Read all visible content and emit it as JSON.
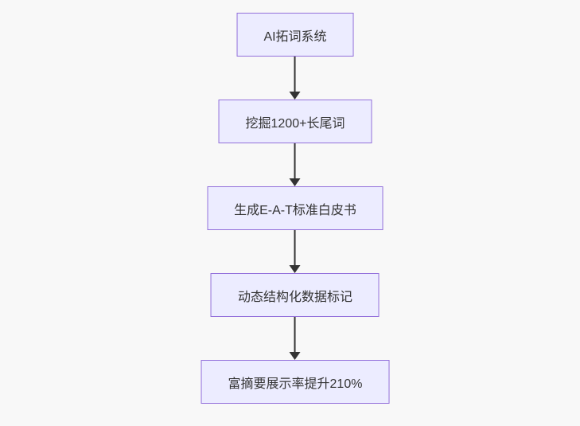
{
  "theme": {
    "background": "#f8f8f8",
    "node_fill": "#ECECFF",
    "node_border": "#9370DB",
    "edge_color": "#333333",
    "text_color": "#333333"
  },
  "diagram": {
    "type": "flowchart",
    "direction": "top-down",
    "nodes": [
      {
        "id": "step-1",
        "label": "AI拓词系统"
      },
      {
        "id": "step-2",
        "label": "挖掘1200+长尾词"
      },
      {
        "id": "step-3",
        "label": "生成E-A-T标准白皮书"
      },
      {
        "id": "step-4",
        "label": "动态结构化数据标记"
      },
      {
        "id": "step-5",
        "label": "富摘要展示率提升210%"
      }
    ],
    "edges": [
      {
        "from": "step-1",
        "to": "step-2",
        "arrow": "down"
      },
      {
        "from": "step-2",
        "to": "step-3",
        "arrow": "down"
      },
      {
        "from": "step-3",
        "to": "step-4",
        "arrow": "down"
      },
      {
        "from": "step-4",
        "to": "step-5",
        "arrow": "down"
      }
    ]
  }
}
